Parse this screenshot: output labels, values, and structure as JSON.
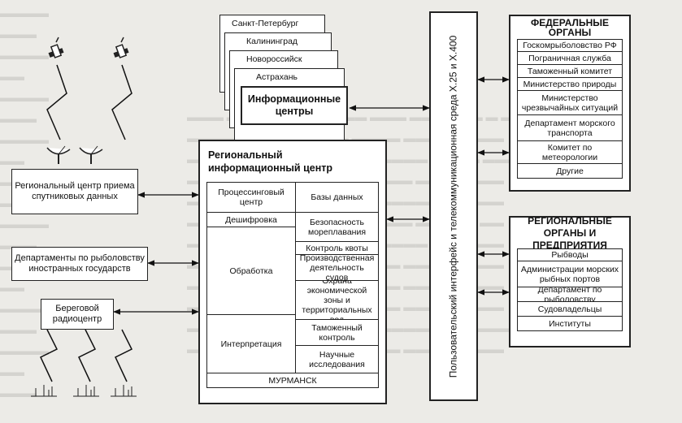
{
  "info_centers": {
    "cities": [
      "Санкт-Петербург",
      "Калининград",
      "Новороссийск",
      "Астрахань"
    ],
    "title": "Информационные центры"
  },
  "regional_center": {
    "title": "Региональный информационный центр",
    "left_column": [
      "Процессинговый центр",
      "Дешифровка",
      "Обработка",
      "Интерпретация"
    ],
    "right_column": [
      "Базы данных",
      "Безопасность мореплавания",
      "Контроль квоты",
      "Производственная деятельность судов",
      "Охрана экономической зоны и территориальных вод",
      "Таможенный контроль",
      "Научные исследования"
    ],
    "footer": "МУРМАНСК"
  },
  "interface": {
    "label": "Пользовательский интерфейс и телекоммуникационная среда X.25 и X.400"
  },
  "federal": {
    "title": "ФЕДЕРАЛЬНЫЕ ОРГАНЫ",
    "items": [
      "Госкомрыболовство РФ",
      "Пограничная служба",
      "Таможенный комитет",
      "Министерство природы",
      "Министерство чрезвычайных ситуаций",
      "Департамент морского транспорта",
      "Комитет по метеорологии",
      "Другие"
    ]
  },
  "regional_orgs": {
    "title": "РЕГИОНАЛЬНЫЕ ОРГАНЫ И ПРЕДПРИЯТИЯ",
    "items": [
      "Рыбводы",
      "Администрации морских рыбных портов",
      "Департамент по рыболовству",
      "Судовладельцы",
      "Институты"
    ]
  },
  "left_boxes": {
    "satellite_center": "Региональный центр приема спутниковых данных",
    "foreign_departments": "Департаменты по рыболовству иностранных государств",
    "radio_center": "Береговой радиоцентр"
  }
}
